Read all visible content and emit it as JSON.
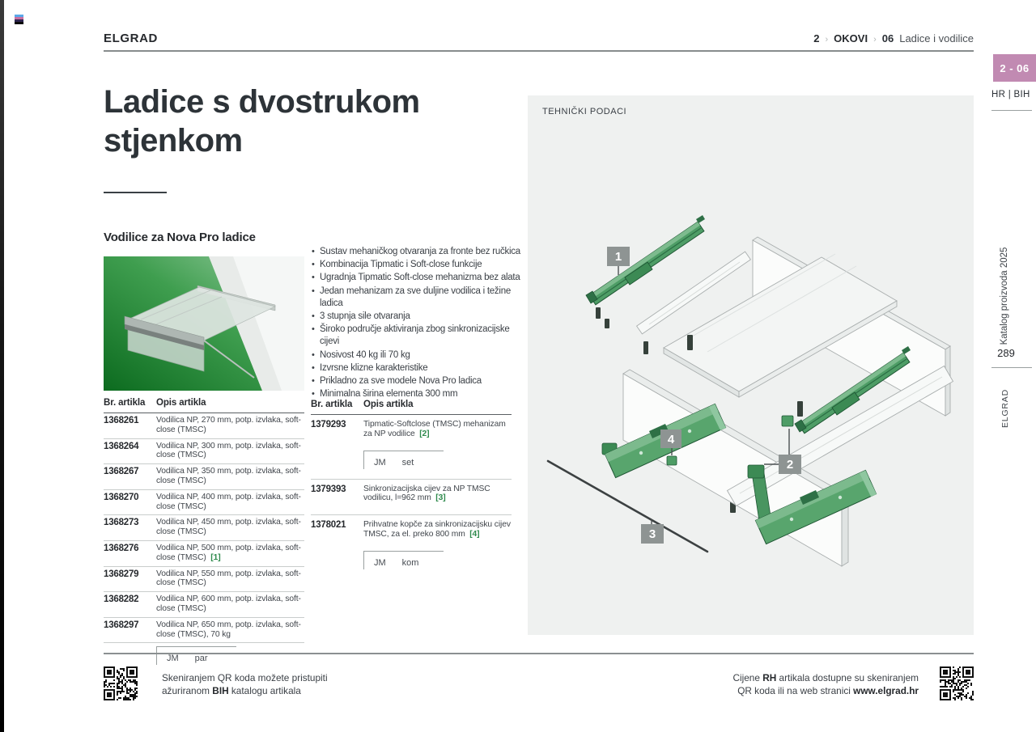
{
  "page": {
    "brand": "ELGRAD",
    "breadcrumb": {
      "part1": "2",
      "sep": "›",
      "part2": "OKOVI",
      "num3": "06",
      "label3": "Ladice i vodilice"
    },
    "tab_badge": "2 - 06",
    "lang_badge": "HR | BIH",
    "side_vertical_top": "Katalog proizvoda 2025",
    "page_number": "289",
    "side_vertical_bottom": "ELGRAD"
  },
  "content": {
    "title_line1": "Ladice s dvostrukom",
    "title_line2": "stjenkom",
    "section_heading": "Vodilice za Nova Pro ladice",
    "features": [
      "Sustav mehaničkog otvaranja za fronte bez ručkica",
      "Kombinacija Tipmatic i Soft-close funkcije",
      "Ugradnja Tipmatic Soft-close mehanizma bez alata",
      "Jedan mehanizam za sve duljine vodilica i težine ladica",
      "3 stupnja sile otvaranja",
      "Široko područje aktiviranja zbog sinkronizacijske cijevi",
      "Nosivost 40 kg ili 70 kg",
      "Izvrsne klizne karakteristike",
      "Prikladno za sve modele Nova Pro ladica",
      "Minimalna širina elementa 300 mm"
    ],
    "table_left": {
      "col1": "Br. artikla",
      "col2": "Opis artikla",
      "rows": [
        {
          "sku": "1368261",
          "desc": "Vodilica NP, 270 mm, potp. izvlaka, soft-close (TMSC)",
          "ref": ""
        },
        {
          "sku": "1368264",
          "desc": "Vodilica NP, 300 mm, potp. izvlaka, soft-close (TMSC)",
          "ref": ""
        },
        {
          "sku": "1368267",
          "desc": "Vodilica NP, 350 mm, potp. izvlaka, soft-close (TMSC)",
          "ref": ""
        },
        {
          "sku": "1368270",
          "desc": "Vodilica NP, 400 mm, potp. izvlaka, soft-close (TMSC)",
          "ref": ""
        },
        {
          "sku": "1368273",
          "desc": "Vodilica NP, 450 mm, potp. izvlaka, soft-close (TMSC)",
          "ref": ""
        },
        {
          "sku": "1368276",
          "desc": "Vodilica NP, 500 mm, potp. izvlaka, soft-close (TMSC)",
          "ref": "[1]"
        },
        {
          "sku": "1368279",
          "desc": "Vodilica NP, 550 mm, potp. izvlaka, soft-close (TMSC)",
          "ref": ""
        },
        {
          "sku": "1368282",
          "desc": "Vodilica NP, 600 mm, potp. izvlaka, soft-close (TMSC)",
          "ref": ""
        },
        {
          "sku": "1368297",
          "desc": "Vodilica NP, 650 mm, potp. izvlaka, soft-close (TMSC), 70 kg",
          "ref": ""
        }
      ],
      "jm_label": "JM",
      "jm_value": "par"
    },
    "table_right": {
      "col1": "Br. artikla",
      "col2": "Opis artikla",
      "jm_label": "JM",
      "rows": [
        {
          "sku": "1379293",
          "desc": "Tipmatic-Softclose (TMSC) mehanizam za NP vodilice",
          "ref": "[2]",
          "jm": "set"
        },
        {
          "sku": "1379393",
          "desc": "Sinkronizacijska cijev za NP TMSC vodilicu, l=962 mm",
          "ref": "[3]",
          "jm": ""
        },
        {
          "sku": "1378021",
          "desc": "Prihvatne kopče za sinkronizacijsku cijev TMSC, za el. preko 800 mm",
          "ref": "[4]",
          "jm": "kom"
        }
      ]
    },
    "tech_panel": {
      "heading": "TEHNIČKI PODACI",
      "labels": [
        "1",
        "2",
        "3",
        "4"
      ]
    }
  },
  "footer": {
    "left_line1": "Skeniranjem QR koda možete pristupiti",
    "left_line2_pre": "ažuriranom ",
    "left_line2_bold": "BIH",
    "left_line2_post": " katalogu artikala",
    "right_line1_pre": "Cijene ",
    "right_line1_bold": "RH",
    "right_line1_post": " artikala dostupne su skeniranjem",
    "right_line2_pre": "QR koda ili na web stranici ",
    "right_line2_bold": "www.elgrad.hr"
  },
  "colors": {
    "accent_green": "#2e8a4c",
    "rail_green": "#4e9d66",
    "badge_pink": "#c18ab2",
    "panel_gray": "#eff1f0",
    "label_gray": "#8e9493"
  }
}
